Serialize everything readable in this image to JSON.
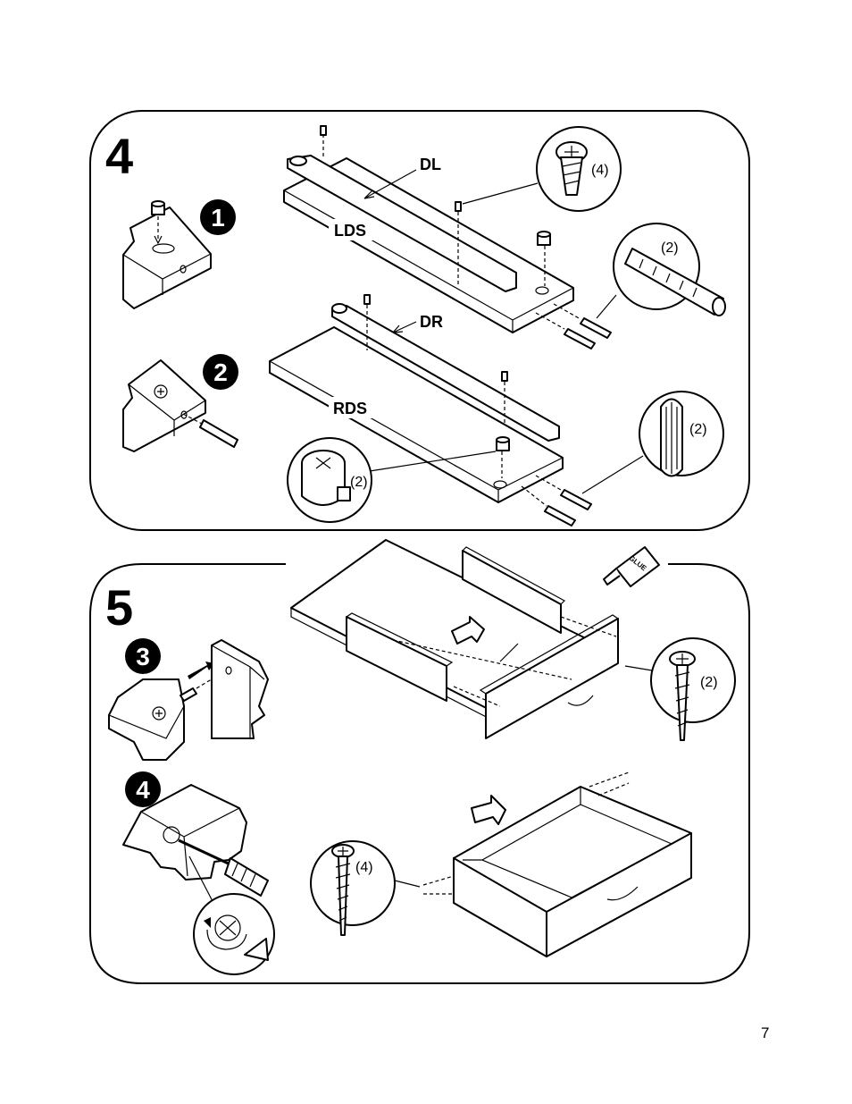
{
  "step4": {
    "number": "4",
    "substeps": [
      "1",
      "2"
    ],
    "labels": {
      "dl": "DL",
      "lds": "LDS",
      "dr": "DR",
      "rds": "RDS"
    },
    "callouts": {
      "screw": "(4)",
      "dowel": "(2)",
      "peg": "(2)",
      "cam": "(2)"
    }
  },
  "step5": {
    "number": "5",
    "substeps": [
      "3",
      "4"
    ],
    "callouts": {
      "screw_front": "(2)",
      "screw_side": "(4)"
    },
    "glue_text": "GLUE"
  },
  "page_number": "7",
  "icons": [
    "cam-lock-icon",
    "dowel-icon",
    "wood-peg-icon",
    "screw-icon",
    "glue-bottle-icon",
    "screwdriver-icon",
    "arrow-icon"
  ]
}
